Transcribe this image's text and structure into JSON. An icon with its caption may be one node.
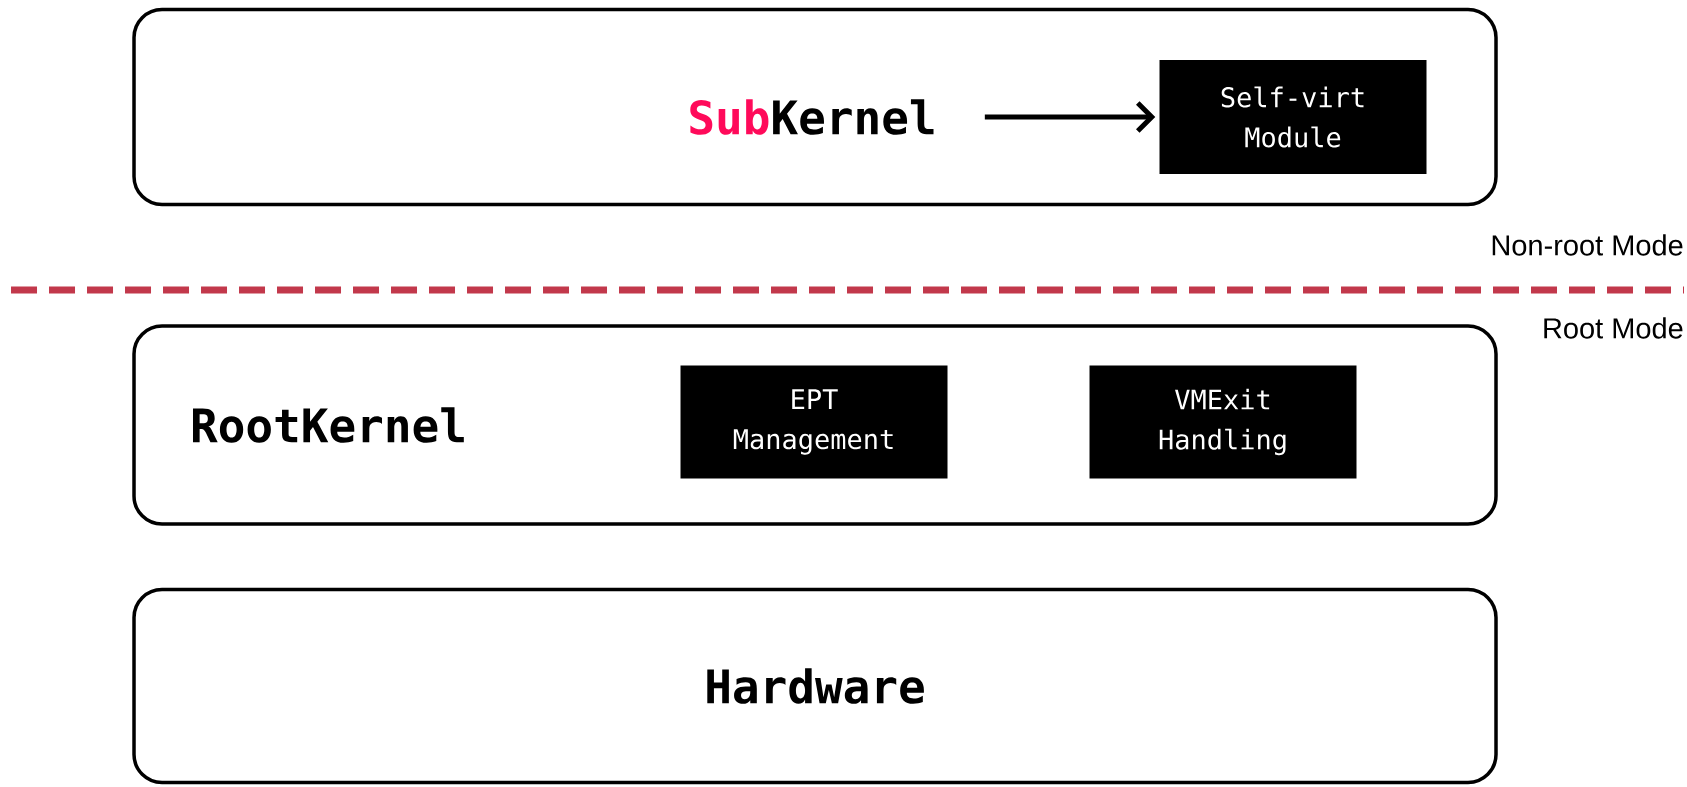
{
  "diagram": {
    "nodes": [
      {
        "text": [],
        "shape": "box"
      },
      {
        "text": [
          "**Sub**Kernel"
        ],
        "in": 0
      },
      {
        "text": [
          "Self-virt Module"
        ],
        "in": 0
      },
      {
        "text": [
          "RootKernel"
        ]
      },
      {
        "text": [
          "EPT Management"
        ],
        "in": 3
      },
      {
        "text": [
          "VMExit Handling"
        ],
        "in": 3
      },
      {
        "text": [
          "Hardware"
        ]
      }
    ],
    "edges": [
      {
        "from": 1,
        "to": 2,
        "arrow": "to"
      }
    ],
    "labels": [
      "Non-root Mode",
      "Root Mode"
    ]
  }
}
